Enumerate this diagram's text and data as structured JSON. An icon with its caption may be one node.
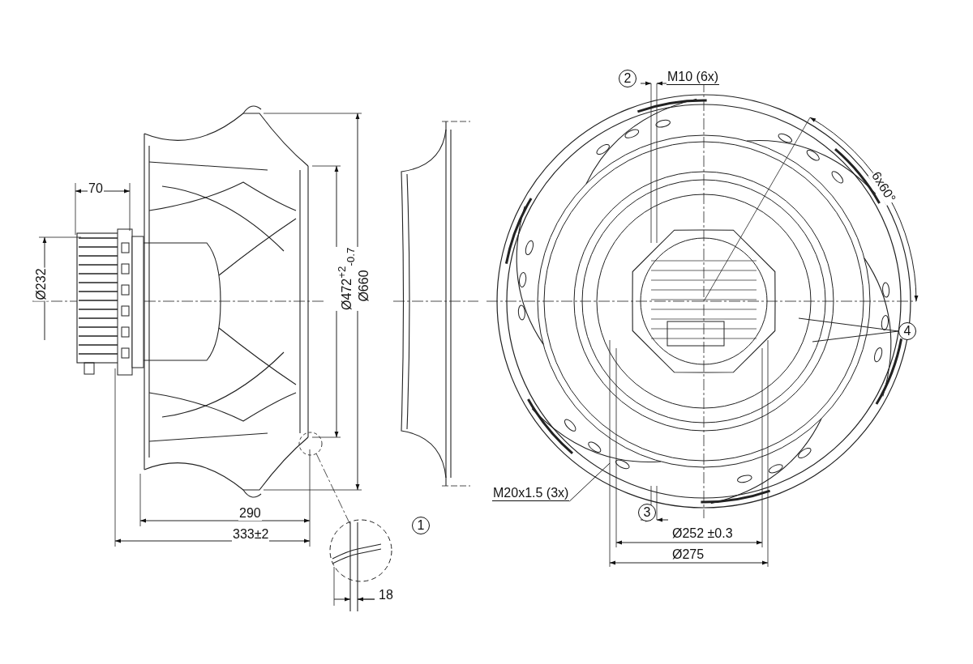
{
  "diagram": {
    "nodes": [
      {
        "text": [
          "2"
        ]
      },
      {
        "text": [
          "4"
        ]
      },
      {
        "text": [
          "M20x1.5 (3x)"
        ]
      },
      {
        "text": [
          "1"
        ]
      },
      {
        "text": [
          "3"
        ]
      }
    ],
    "edges": [
      {
        "from": 2,
        "to": null,
        "arrow": "none"
      },
      {
        "from": 1,
        "to": null,
        "arrow": "none"
      },
      {
        "from": 1,
        "to": null,
        "arrow": "none"
      }
    ],
    "labels": [
      "70",
      "Ø232",
      "Ø472$^{+2}$$_{-0.7}$",
      "Ø660",
      "290",
      "333±2",
      "18",
      "M10 (6x)",
      "6x60°",
      "Ø252 ±0.3",
      "Ø275"
    ]
  }
}
